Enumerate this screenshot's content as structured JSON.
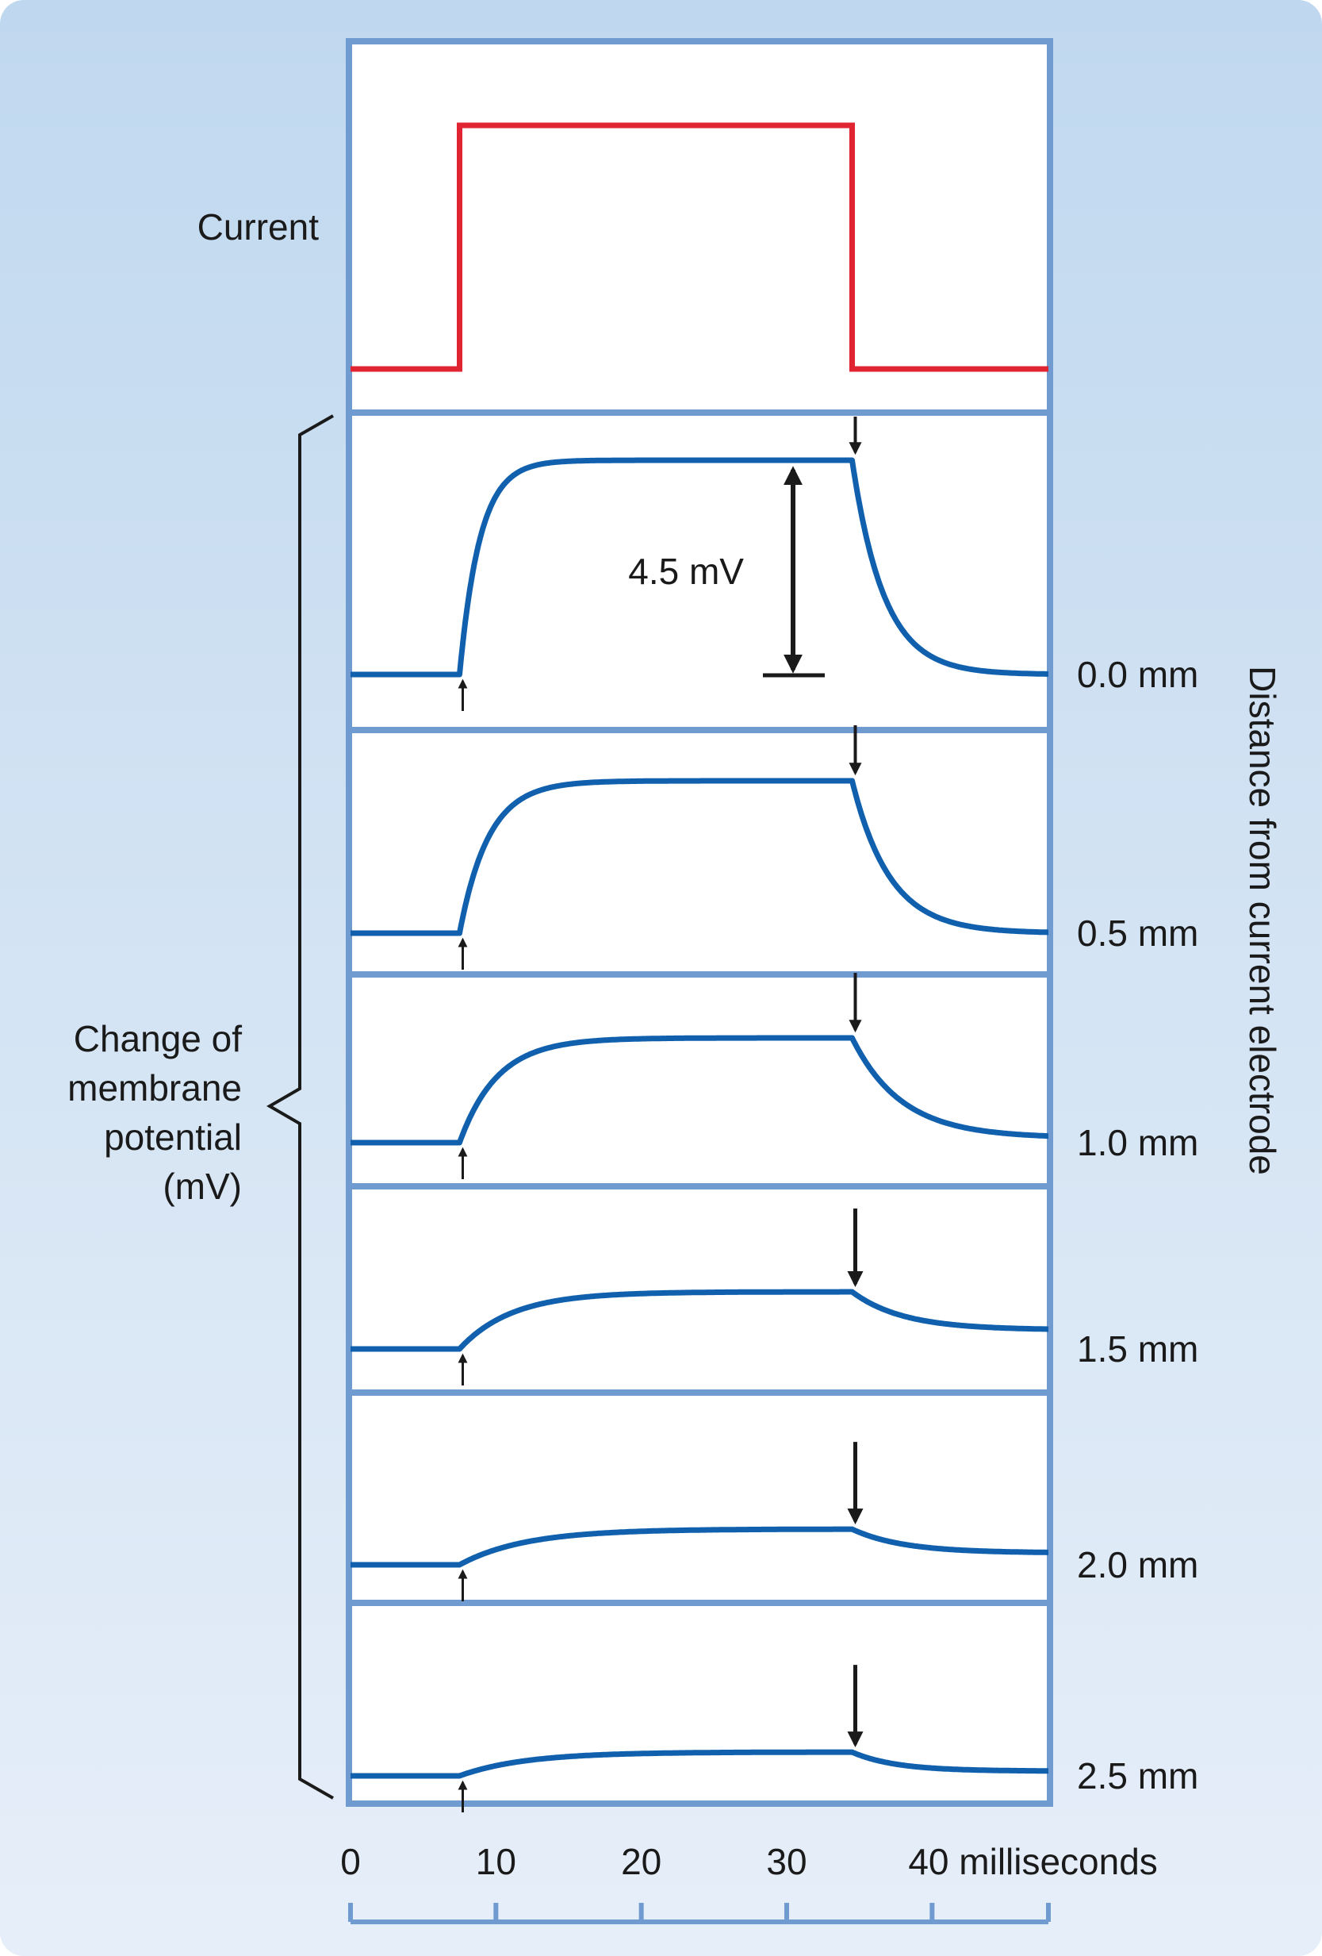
{
  "chart_data": {
    "type": "line",
    "title": "",
    "current_label": "Current",
    "ylabel_lines": [
      "Change of",
      "membrane",
      "potential",
      "(mV)"
    ],
    "right_axis_label": "Distance from current electrode",
    "x_tick_labels": [
      "0",
      "10",
      "20",
      "30",
      "40 milliseconds"
    ],
    "x_ticks": [
      0,
      10,
      20,
      30,
      40
    ],
    "xlim": [
      0,
      48
    ],
    "current_pulse": {
      "on_ms": 7.5,
      "off_ms": 34.5
    },
    "scale_bar_label": "4.5 mV",
    "scale_bar_mV": 4.5,
    "series": [
      {
        "name": "0.0 mm",
        "plateau_mV": 4.5,
        "tau_rise_ms": 1.4,
        "tau_fall_ms": 2.2,
        "residual_mV": 0.0
      },
      {
        "name": "0.5 mm",
        "plateau_mV": 3.2,
        "tau_rise_ms": 2.0,
        "tau_fall_ms": 2.6,
        "residual_mV": 0.0
      },
      {
        "name": "1.0 mm",
        "plateau_mV": 2.2,
        "tau_rise_ms": 2.6,
        "tau_fall_ms": 3.4,
        "residual_mV": 0.1
      },
      {
        "name": "1.5 mm",
        "plateau_mV": 1.2,
        "tau_rise_ms": 3.6,
        "tau_fall_ms": 3.5,
        "residual_mV": 0.4
      },
      {
        "name": "2.0 mm",
        "plateau_mV": 0.75,
        "tau_rise_ms": 4.5,
        "tau_fall_ms": 3.5,
        "residual_mV": 0.25
      },
      {
        "name": "2.5 mm",
        "plateau_mV": 0.5,
        "tau_rise_ms": 4.5,
        "tau_fall_ms": 3.0,
        "residual_mV": 0.1
      }
    ],
    "colors": {
      "current": "#e02432",
      "potential": "#1060ae",
      "frame": "#6f9bd1",
      "arrow": "#1a1a1a"
    },
    "grid": false,
    "legend": "none"
  }
}
